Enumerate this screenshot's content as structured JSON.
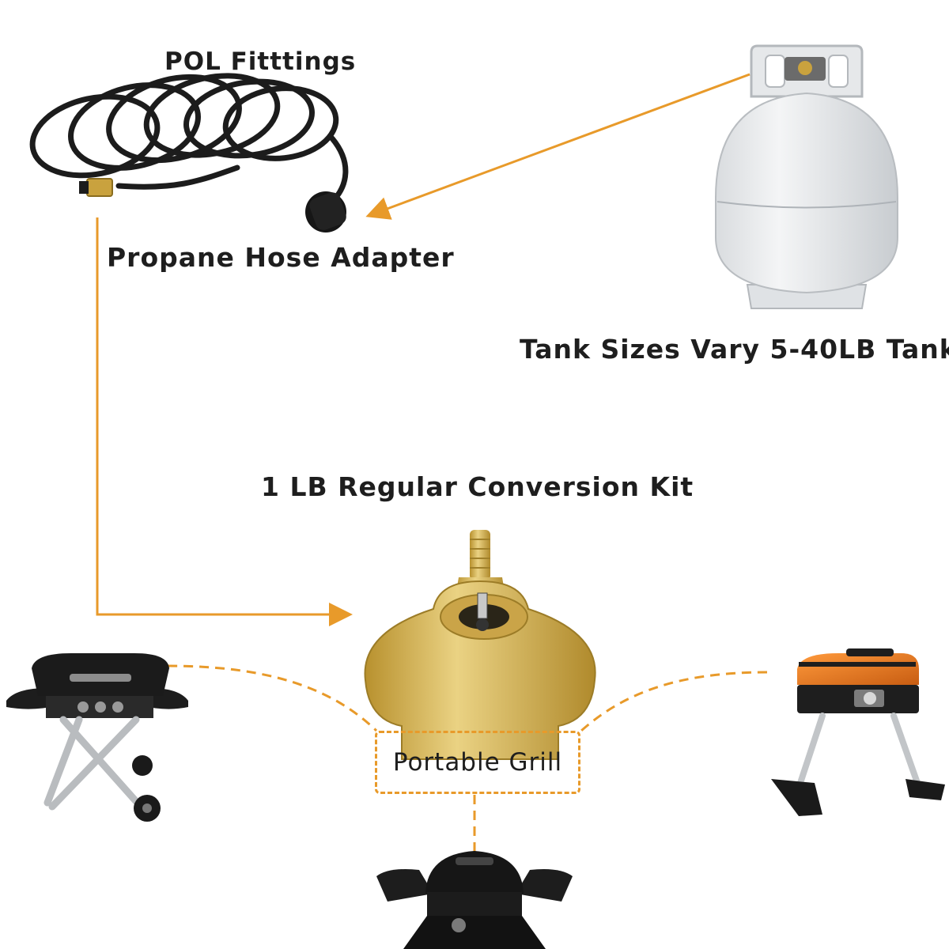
{
  "labels": {
    "pol_fittings": "POL Fitttings",
    "hose_adapter": "Propane Hose Adapter",
    "tank_sizes": "Tank Sizes Vary 5-40LB Tank",
    "conversion_kit": "1 LB Regular Conversion Kit",
    "portable_grill": "Portable Grill"
  },
  "colors": {
    "connector_orange": "#e89a2a",
    "hose_black": "#1c1c1c",
    "tank_white": "#eceef0",
    "brass": "#d9b556"
  },
  "icons": [
    "propane-hose-icon",
    "propane-tank-icon",
    "brass-regulator-icon",
    "rolling-grill-icon",
    "tabletop-grill-icon",
    "compact-grill-icon"
  ]
}
